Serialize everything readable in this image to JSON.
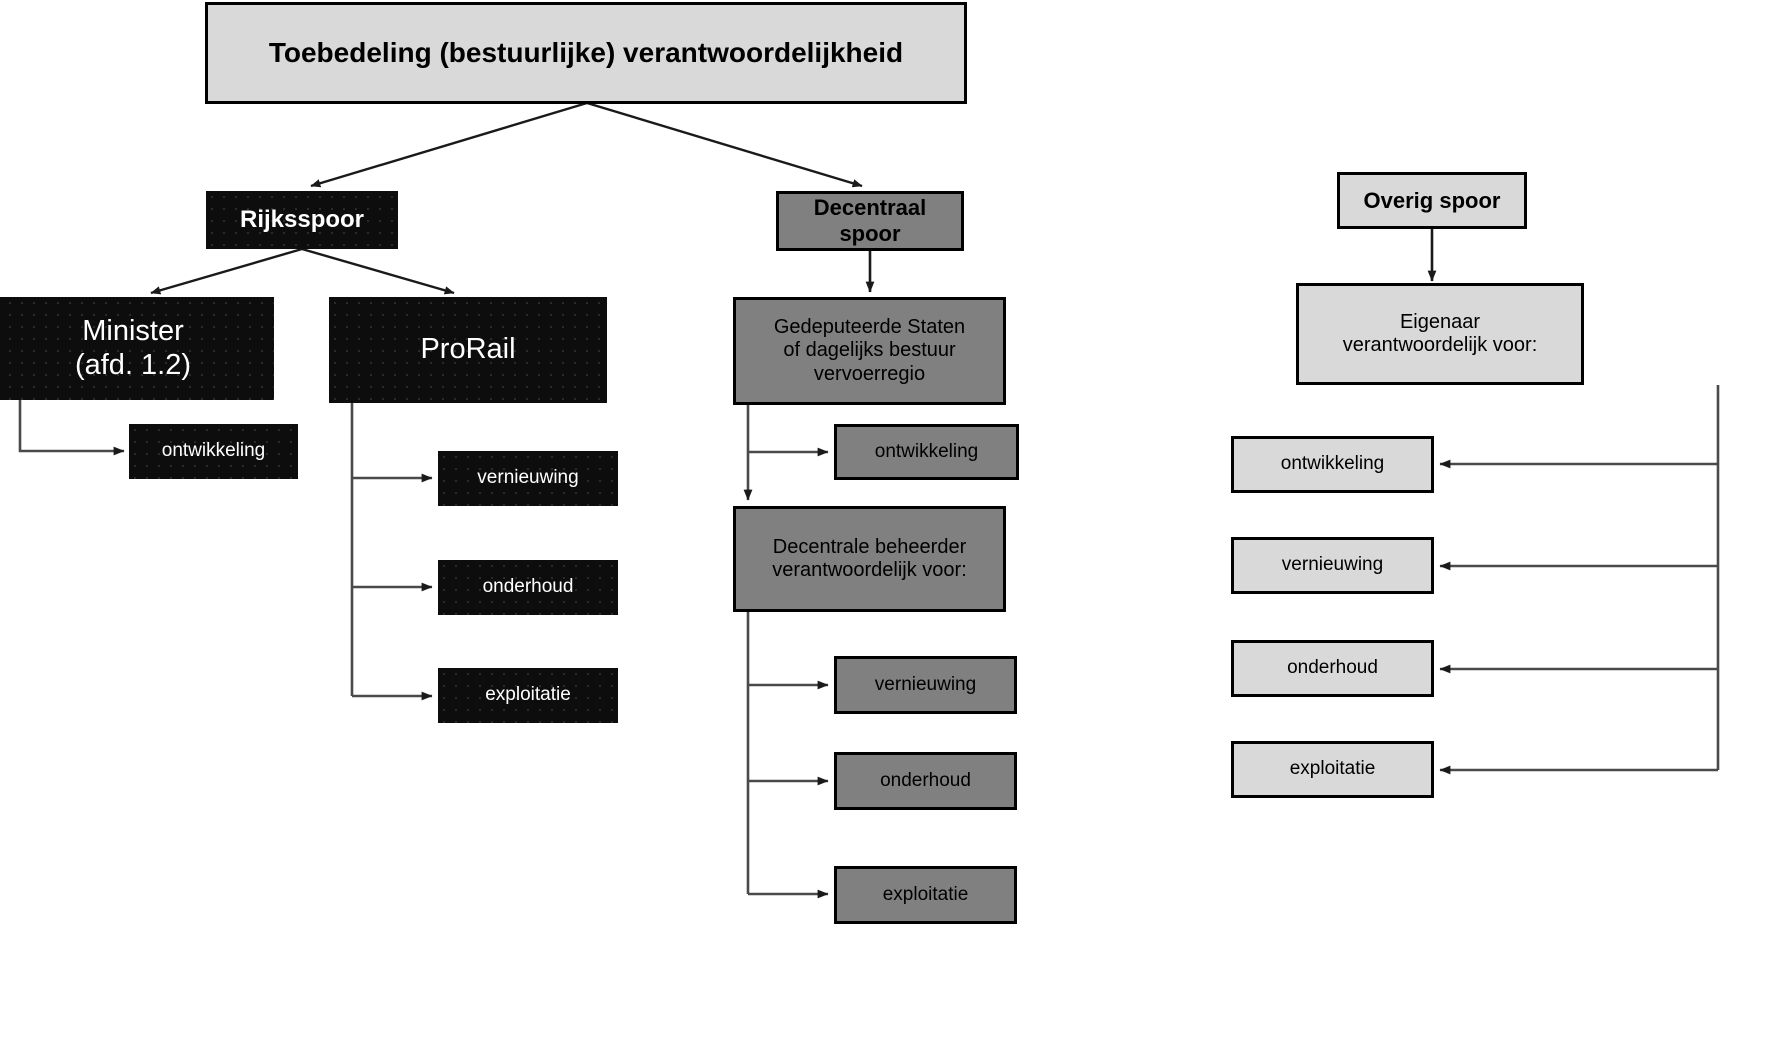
{
  "diagram": {
    "title": "Toebedeling (bestuurlijke) verantwoordelijkheid",
    "colors": {
      "title_fill": "#d9d9d9",
      "dark_fill": "#0d0d0d",
      "dark_text": "#ffffff",
      "gray_fill": "#808080",
      "light_fill": "#d9d9d9",
      "border": "#000000",
      "connector": "#404040",
      "background": "#ffffff"
    },
    "branches": {
      "rijksspoor": {
        "label": "Rijksspoor",
        "minister": {
          "label": "Minister\n(afd. 1.2)",
          "line1": "Minister",
          "line2": "(afd. 1.2)",
          "children": [
            {
              "label": "ontwikkeling"
            }
          ]
        },
        "prorail": {
          "label": "ProRail",
          "children": [
            {
              "label": "vernieuwing"
            },
            {
              "label": "onderhoud"
            },
            {
              "label": "exploitatie"
            }
          ]
        }
      },
      "decentraal_spoor": {
        "label": "Decentraal\nspoor",
        "line1": "Decentraal",
        "line2": "spoor",
        "gedeputeerde": {
          "label": "Gedeputeerde Staten\nof dagelijks bestuur\nvervoerregio",
          "line1": "Gedeputeerde Staten",
          "line2": "of dagelijks bestuur",
          "line3": "vervoerregio",
          "children": [
            {
              "label": "ontwikkeling"
            }
          ]
        },
        "decentrale_beheerder": {
          "label": "Decentrale beheerder\nverantwoordelijk voor:",
          "line1": "Decentrale beheerder",
          "line2": "verantwoordelijk voor:",
          "children": [
            {
              "label": "vernieuwing"
            },
            {
              "label": "onderhoud"
            },
            {
              "label": "exploitatie"
            }
          ]
        }
      },
      "overig_spoor": {
        "label": "Overig spoor",
        "eigenaar": {
          "label": "Eigenaar\nverantwoordelijk voor:",
          "line1": "Eigenaar",
          "line2": "verantwoordelijk voor:",
          "children": [
            {
              "label": "ontwikkeling"
            },
            {
              "label": "vernieuwing"
            },
            {
              "label": "onderhoud"
            },
            {
              "label": "exploitatie"
            }
          ]
        }
      }
    }
  }
}
